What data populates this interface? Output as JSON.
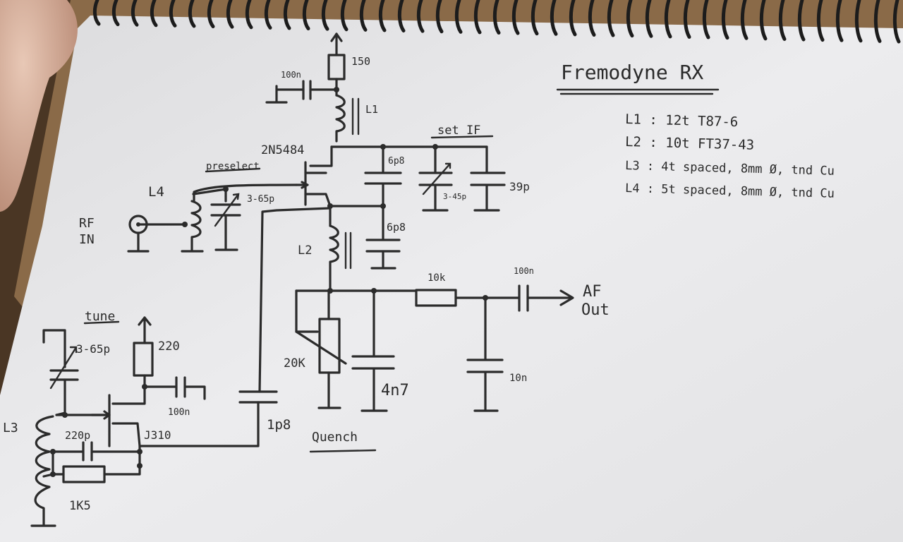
{
  "title": "Fremodyne RX",
  "notes": [
    "L1 : 12t   T87-6",
    "L2 : 10t   FT37-43",
    "L3 : 4t  spaced, 8mm Ø, tnd Cu",
    "L4 : 5t  spaced, 8mm Ø, tnd Cu"
  ],
  "section_labels": {
    "preselect": "preselect",
    "set_if": "set IF",
    "tune": "tune",
    "quench": "Quench"
  },
  "components": {
    "r_top": "150",
    "c_top": "100n",
    "l1": "L1",
    "transistor_top": "2N5484",
    "l4": "L4",
    "c_preselect": "3-65p",
    "c_if1": "6p8",
    "c_if_trim": "3-45p",
    "c_if2": "39p",
    "c_l2": "6p8",
    "l2": "L2",
    "r_10k": "10k",
    "c_out": "100n",
    "c_10n": "10n",
    "pot": "20K",
    "c_4n7": "4n7",
    "c_1p8": "1p8",
    "c_tune": "3-65p",
    "r_220": "220",
    "c_100n_bot": "100n",
    "c_220p": "220p",
    "transistor_bot": "J310",
    "l3": "L3",
    "r_1k5": "1K5"
  },
  "io": {
    "rf_in_1": "RF",
    "rf_in_2": "IN",
    "af_out_1": "AF",
    "af_out_2": "Out"
  },
  "colors": {
    "paper": "#e9e9ea",
    "ink": "#2b2b2b",
    "cardboard": "#8a6a48"
  }
}
